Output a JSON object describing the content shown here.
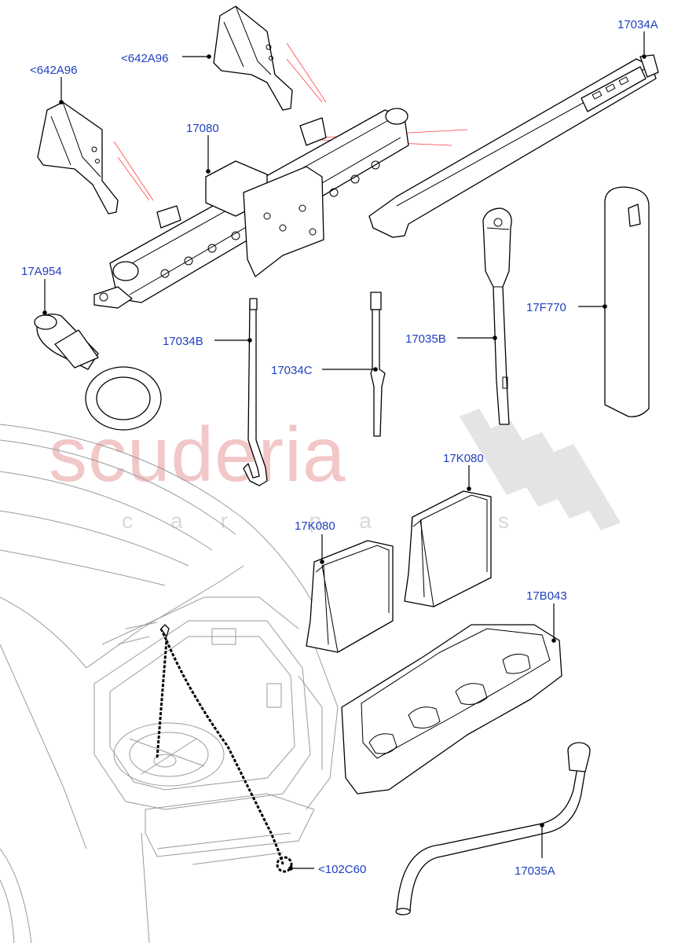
{
  "watermark": {
    "brand": "scuderia",
    "subtitle": "car parts"
  },
  "labels": {
    "lbl_642a96_left": "<642A96",
    "lbl_642a96_right": "<642A96",
    "lbl_17080": "17080",
    "lbl_17034a": "17034A",
    "lbl_17a954": "17A954",
    "lbl_17034b": "17034B",
    "lbl_17034c": "17034C",
    "lbl_17035b": "17035B",
    "lbl_17f770": "17F770",
    "lbl_17k080_left": "17K080",
    "lbl_17k080_right": "17K080",
    "lbl_17b043": "17B043",
    "lbl_102c60": "<102C60",
    "lbl_17035a": "17035A"
  },
  "colors": {
    "label_text": "#1f3fbf",
    "watermark_red": "#f2c7c7",
    "watermark_grey": "#d9d9d9",
    "leader": "#000000",
    "hint_lines": "#ff4040"
  }
}
